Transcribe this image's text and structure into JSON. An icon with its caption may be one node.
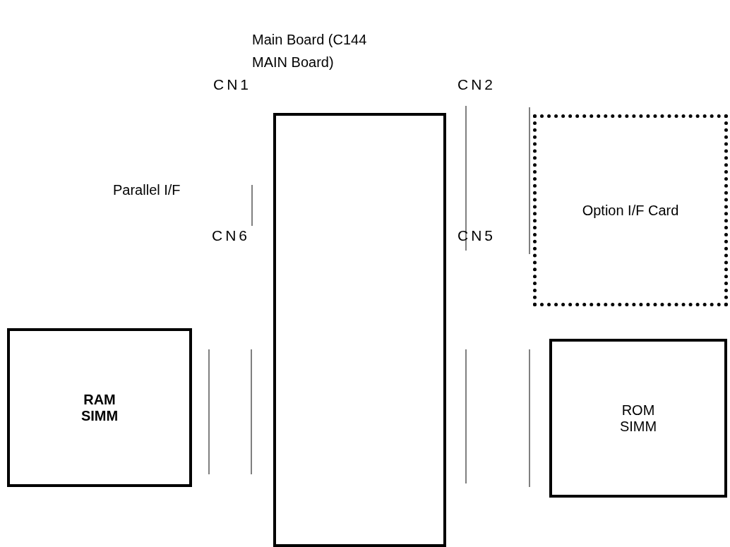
{
  "diagram": {
    "nodes": [
      {
        "text": [
          "Main Board (C144 MAIN Board)"
        ]
      },
      {
        "text": [
          "Option I/F Card"
        ]
      },
      {
        "text": [
          "RAM SIMM"
        ]
      },
      {
        "text": [
          "ROM SIMM"
        ]
      }
    ],
    "labels": [
      "CN1",
      "CN2",
      "Parallel I/F",
      "CN6",
      "CN5"
    ]
  }
}
